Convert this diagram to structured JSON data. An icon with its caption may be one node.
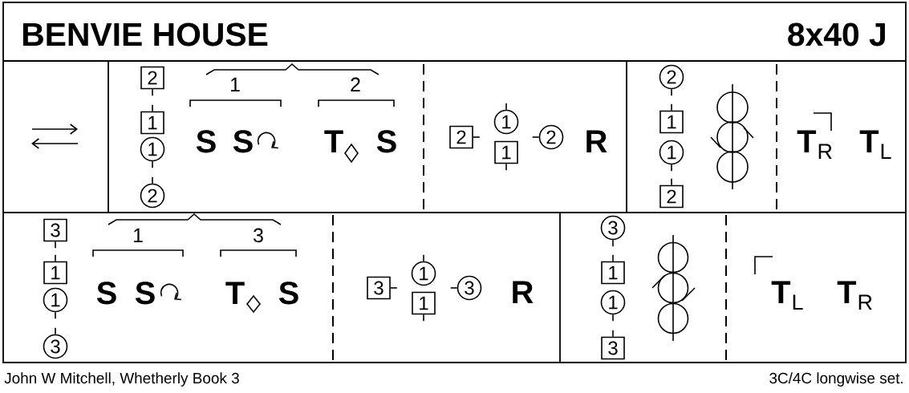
{
  "diagram": {
    "title": "BENVIE HOUSE",
    "nodes": [
      {
        "text": [
          "2"
        ]
      },
      {
        "text": [
          "1"
        ]
      },
      {
        "text": [
          "1"
        ]
      },
      {
        "text": [
          "2"
        ]
      },
      {
        "text": [
          "2"
        ]
      },
      {
        "text": [
          "1"
        ]
      },
      {
        "text": [
          "1"
        ]
      },
      {
        "text": [
          "2"
        ]
      },
      {
        "text": [
          "2"
        ]
      },
      {
        "text": [
          "1"
        ]
      },
      {
        "text": [
          "1"
        ]
      },
      {
        "text": [
          "2"
        ]
      },
      {
        "text": [
          "3"
        ]
      },
      {
        "text": [
          "1"
        ]
      },
      {
        "text": [
          "1"
        ]
      },
      {
        "text": [
          "3"
        ]
      },
      {
        "text": [
          "3"
        ]
      },
      {
        "text": [
          "1"
        ]
      },
      {
        "text": [
          "1"
        ]
      },
      {
        "text": [
          "3"
        ]
      },
      {
        "text": [
          "3"
        ]
      },
      {
        "text": [
          "1"
        ]
      },
      {
        "text": [
          "1"
        ]
      },
      {
        "text": [
          "3"
        ]
      }
    ],
    "labels": [
      "8x40 J",
      "1",
      "2",
      "S",
      "S",
      "T",
      "S",
      "R",
      "T$_{R}$",
      "T$_{L}$",
      "1",
      "3",
      "S",
      "S",
      "T",
      "S",
      "R",
      "T$_{L}$",
      "T$_{R}$",
      "John W Mitchell, Whetherly Book 3",
      "3C/4C longwise set."
    ]
  }
}
